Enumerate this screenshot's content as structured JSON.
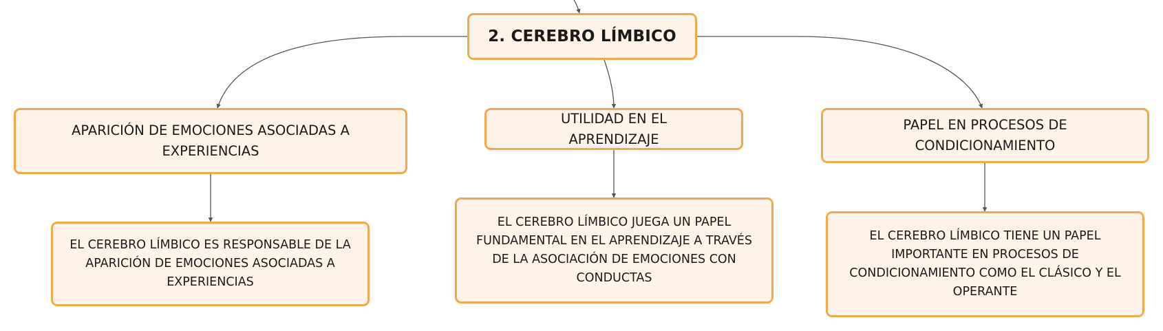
{
  "diagram": {
    "root": {
      "label": "2. CEREBRO LÍMBICO"
    },
    "branches": [
      {
        "label": "APARICIÓN DE EMOCIONES ASOCIADAS A EXPERIENCIAS",
        "detail": "EL CEREBRO LÍMBICO ES RESPONSABLE DE LA APARICIÓN DE EMOCIONES ASOCIADAS A EXPERIENCIAS"
      },
      {
        "label": "UTILIDAD EN EL APRENDIZAJE",
        "detail": "EL CEREBRO LÍMBICO JUEGA UN PAPEL FUNDAMENTAL EN EL APRENDIZAJE A TRAVÉS DE LA ASOCIACIÓN DE EMOCIONES CON CONDUCTAS"
      },
      {
        "label": "PAPEL EN PROCESOS DE CONDICIONAMIENTO",
        "detail": "EL CEREBRO LÍMBICO TIENE UN PAPEL IMPORTANTE EN PROCESOS DE CONDICIONAMIENTO COMO EL CLÁSICO Y EL OPERANTE"
      }
    ]
  },
  "colors": {
    "node_border": "#f3a84a",
    "node_fill": "#fdf3e9",
    "connector": "#555555",
    "text": "#1a1a1a"
  }
}
